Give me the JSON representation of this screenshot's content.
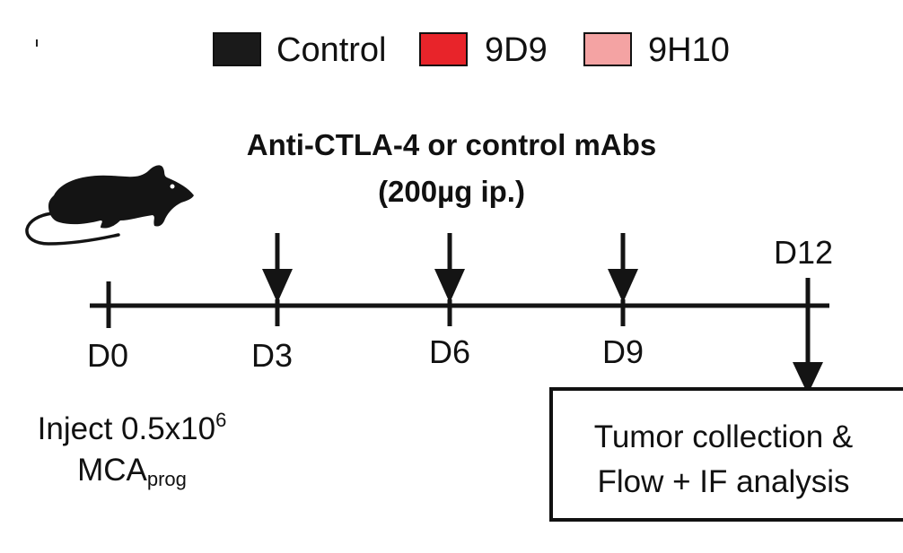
{
  "legend": {
    "items": [
      {
        "label": "Control",
        "color": "#1a1a1a"
      },
      {
        "label": "9D9",
        "color": "#e8242a"
      },
      {
        "label": "9H10",
        "color": "#f4a3a3"
      }
    ]
  },
  "treatment": {
    "line1": "Anti-CTLA-4 or control mAbs",
    "line2": "(200µg ip.)"
  },
  "timeline": {
    "days": [
      "D0",
      "D3",
      "D6",
      "D9",
      "D12"
    ]
  },
  "injection": {
    "prefix": "Inject 0.5x10",
    "exponent": "6",
    "cells": "MCA",
    "cells_subscript": "prog"
  },
  "outcome": {
    "line1": "Tumor collection &",
    "line2": "Flow + IF analysis"
  },
  "icons": {
    "mouse": "mouse-icon",
    "dose_arrow": "down-arrow-icon"
  }
}
